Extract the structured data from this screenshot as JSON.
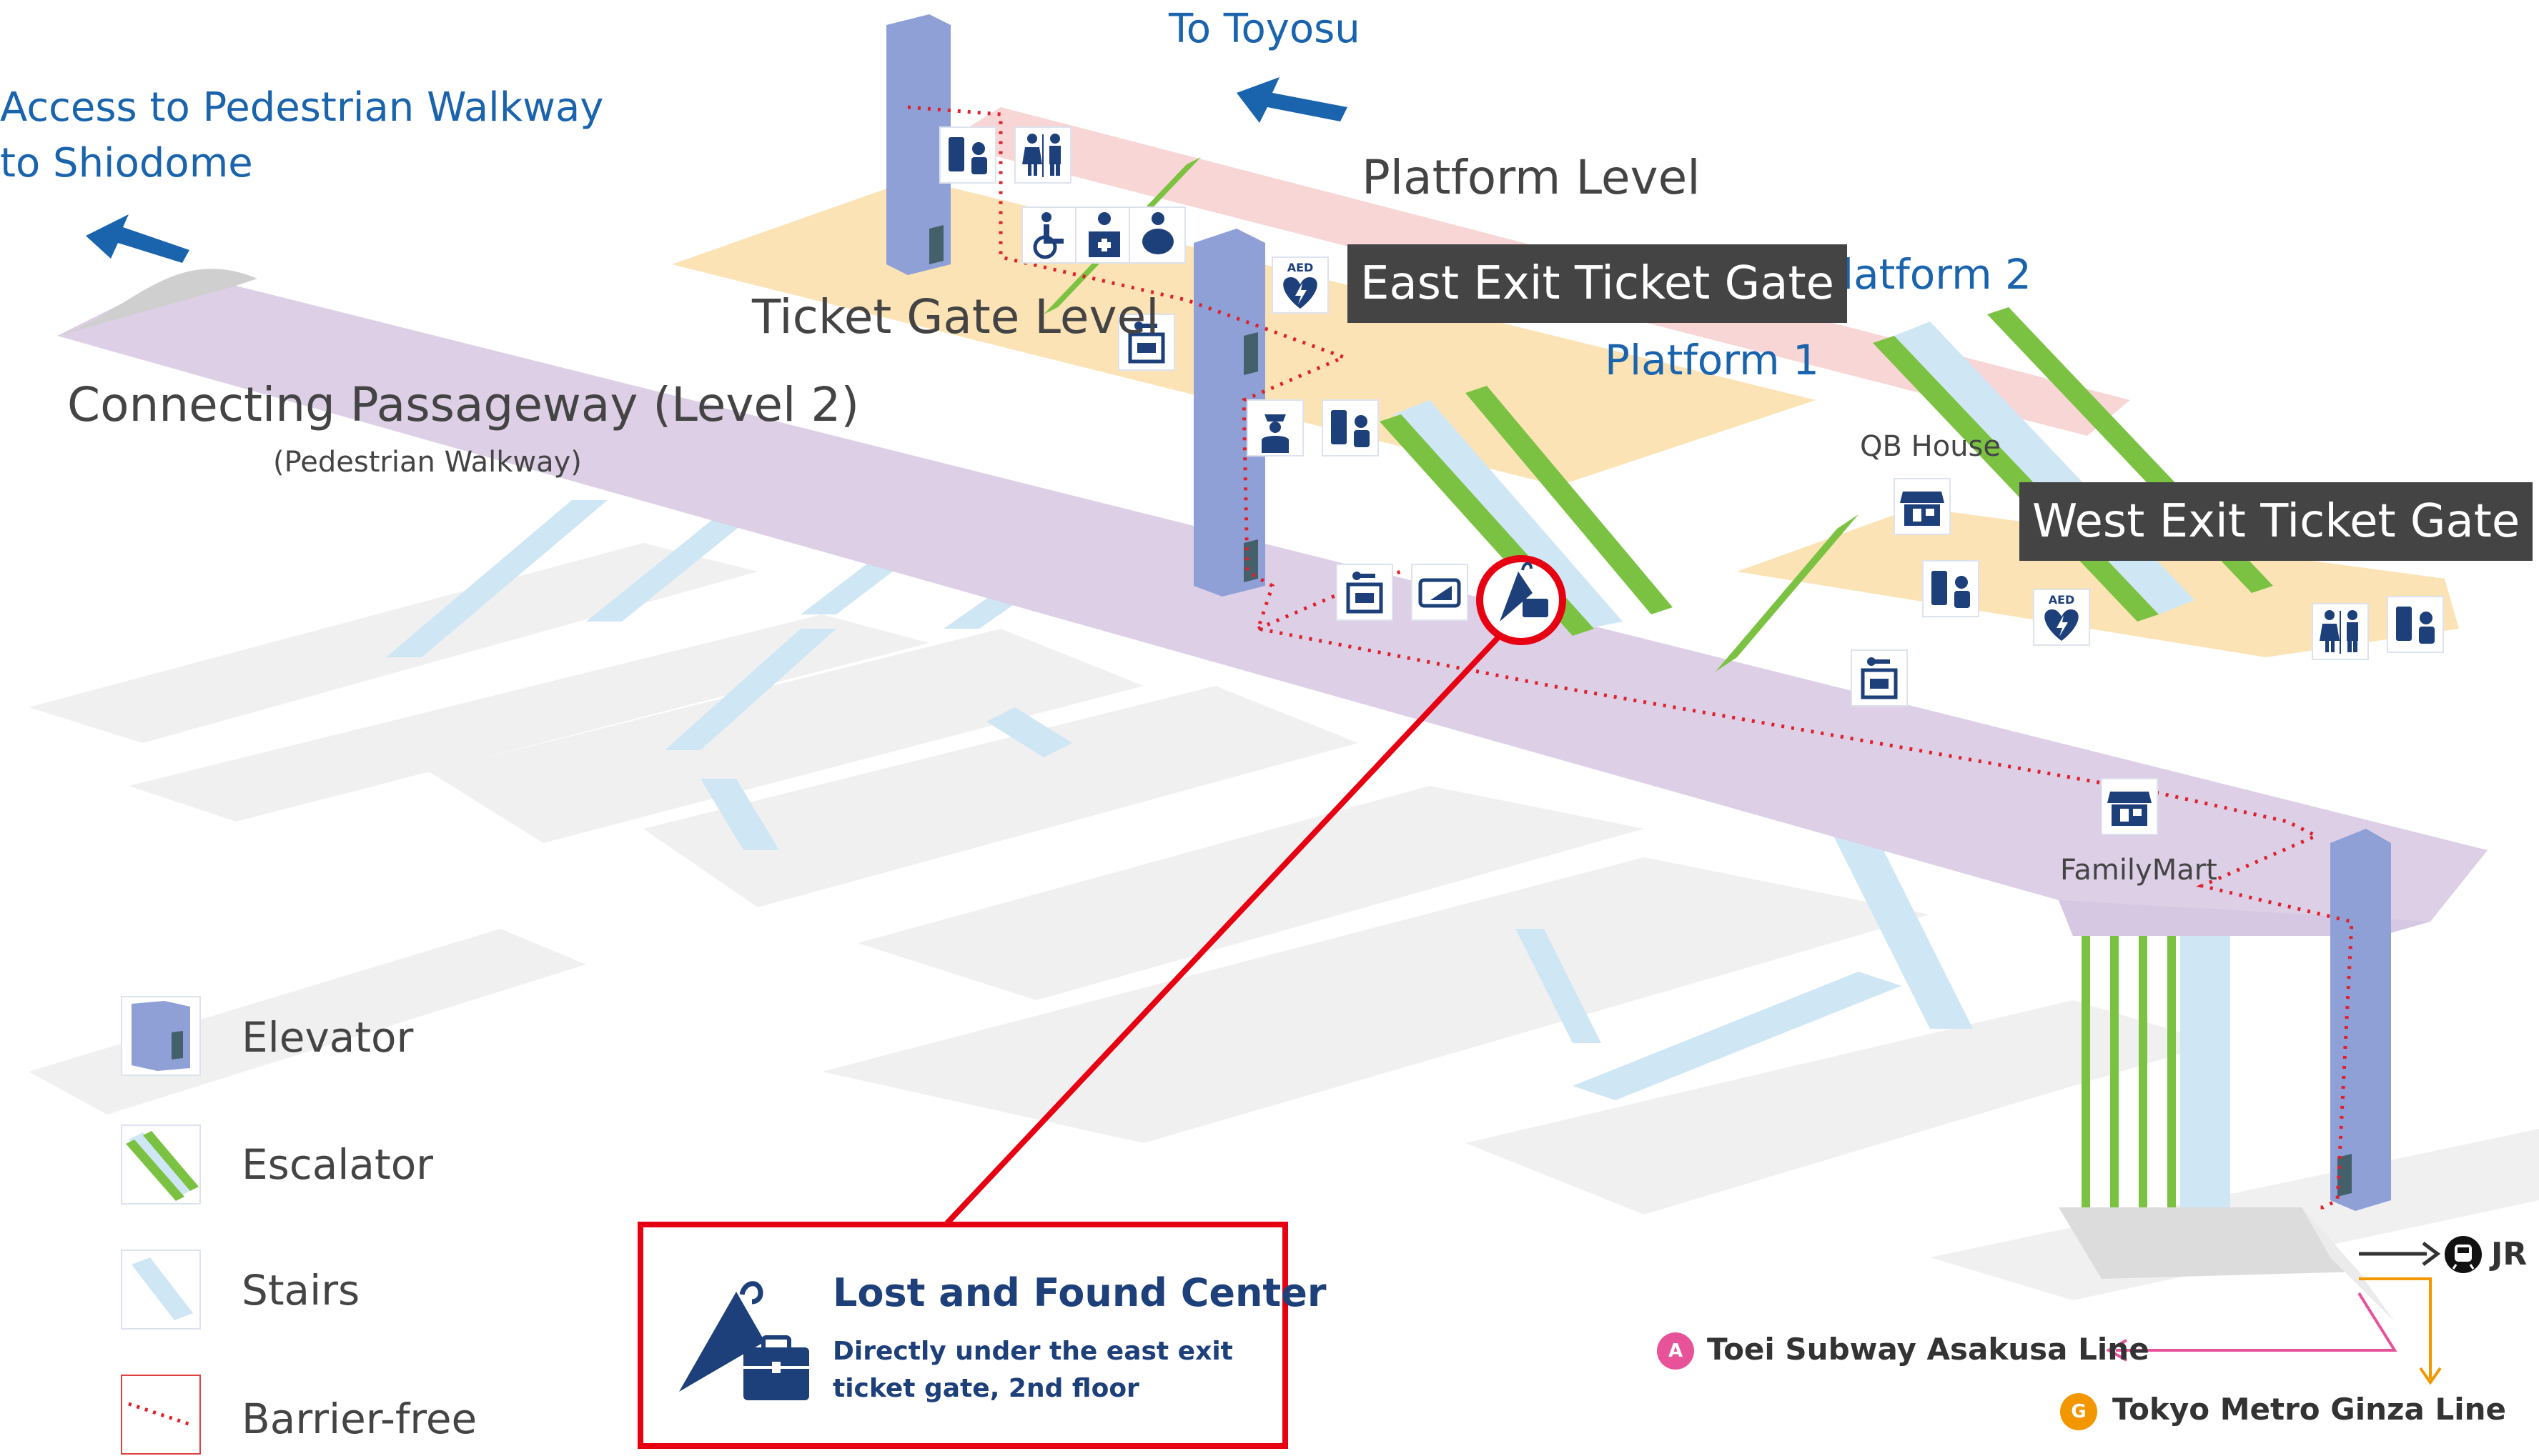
{
  "labels": {
    "to_toyosu": "To Toyosu",
    "access_line1": "Access to Pedestrian Walkway",
    "access_line2": "to Shiodome",
    "platform_level": "Platform Level",
    "ticket_gate_level": "Ticket Gate Level",
    "connecting_passageway": "Connecting Passageway (Level 2)",
    "pedestrian_walkway": "(Pedestrian Walkway)",
    "platform_1": "Platform 1",
    "platform_2": "Platform 2",
    "east_exit_gate": "East Exit Ticket Gate",
    "west_exit_gate": "West Exit Ticket Gate",
    "qb_house": "QB House",
    "familymart": "FamilyMart",
    "aed": "AED"
  },
  "legend": {
    "elevator": "Elevator",
    "escalator": "Escalator",
    "stairs": "Stairs",
    "barrier_free": "Barrier-free"
  },
  "lost_found": {
    "title": "Lost and Found Center",
    "desc_line1": "Directly under the east exit",
    "desc_line2": "ticket gate, 2nd floor"
  },
  "transfers": {
    "jr": "JR",
    "asakusa": "Toei Subway Asakusa Line",
    "asakusa_badge": "A",
    "ginza": "Tokyo Metro Ginza Line",
    "ginza_badge": "G"
  },
  "colors": {
    "navy": "#1d3f7a",
    "label_blue": "#1a63ad",
    "highlight_red": "#e60012",
    "passageway": "#dccfe6",
    "gate_level": "#fbe3b5",
    "platform": "#f9d6d6",
    "escalator_green": "#7cc242",
    "elevator": "#8ea0d6",
    "stairs": "#cfe6f5",
    "asakusa_red": "#e85298",
    "ginza_orange": "#f39700"
  },
  "icons": [
    "elevator-icon",
    "escalator-icon",
    "stairs-icon",
    "barrier-free-route-icon",
    "ticket-machine-icon",
    "restroom-icon",
    "wheelchair-icon",
    "first-aid-icon",
    "baby-care-icon",
    "aed-icon",
    "coin-locker-icon",
    "station-staff-icon",
    "ic-card-charge-icon",
    "shop-icon",
    "lost-and-found-icon",
    "direction-arrow-icon",
    "train-icon"
  ]
}
